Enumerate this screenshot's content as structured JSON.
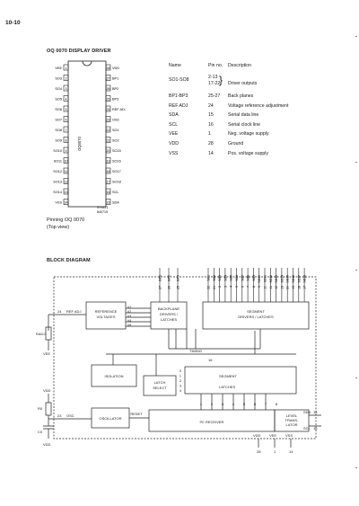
{
  "page_number": "10-10",
  "title": "OQ 0070 DISPLAY DRIVER",
  "chip": {
    "name": "OQ0070",
    "left_pins": [
      "VEE",
      "SO3",
      "SO4",
      "SO5",
      "SO6",
      "SO7",
      "SO8",
      "SO9",
      "SO10",
      "SO11",
      "SO12",
      "SO13",
      "SO14",
      "VSS"
    ],
    "left_nums": [
      "1",
      "2",
      "3",
      "4",
      "5",
      "6",
      "7",
      "8",
      "9",
      "10",
      "11",
      "12",
      "13",
      "14"
    ],
    "right_pins": [
      "VDD",
      "BP1",
      "BP2",
      "BP3",
      "REF ADJ",
      "OSC",
      "SO1",
      "SO2",
      "SO15",
      "SO16",
      "SO17",
      "SO18",
      "SCL",
      "SDA"
    ],
    "right_nums": [
      "28",
      "27",
      "26",
      "25",
      "24",
      "23",
      "22",
      "21",
      "20",
      "19",
      "18",
      "17",
      "16",
      "15"
    ],
    "code1": "ST4471",
    "code2": "840719"
  },
  "caption": {
    "line1": "Pinning OQ 0070",
    "line2": "(Top view)"
  },
  "pin_table": {
    "headers": [
      "Name",
      "Pin no.",
      "Description"
    ],
    "so_name": "SO1-SO8",
    "so_pins_1": "2-13",
    "so_pins_2": "17-22",
    "so_desc": "Driver outputs",
    "rows": [
      {
        "name": "BP1-BP3",
        "pin": "25-27",
        "desc": "Back planes"
      },
      {
        "name": "REF ADJ",
        "pin": "24",
        "desc": "Voltage reference adjustment"
      },
      {
        "name": "SDA",
        "pin": "15",
        "desc": "Serial data line"
      },
      {
        "name": "SCL",
        "pin": "16",
        "desc": "Serial clock line"
      },
      {
        "name": "VEE",
        "pin": "1",
        "desc": "Neg. voltage supply"
      },
      {
        "name": "VDD",
        "pin": "28",
        "desc": "Ground"
      },
      {
        "name": "VSS",
        "pin": "14",
        "desc": "Pos. voltage supply"
      }
    ]
  },
  "block_diagram": {
    "heading": "BLOCK DIAGRAM",
    "bp_labels": [
      "BP1",
      "BP2",
      "BP3"
    ],
    "bp_nums": [
      "27",
      "26",
      "25"
    ],
    "seg_labels": [
      "SO1",
      "SO2",
      "SO3",
      "SO4",
      "SO5",
      "SO6",
      "SO7",
      "SO8",
      "SO9",
      "SO10",
      "SO11",
      "SO12",
      "SO13",
      "SO14",
      "SO15",
      "SO16",
      "SO17",
      "SO18"
    ],
    "seg_nums": [
      "22",
      "21",
      "2",
      "3",
      "4",
      "5",
      "6",
      "7",
      "8",
      "9",
      "10",
      "11",
      "12",
      "13",
      "20",
      "19",
      "18",
      "17"
    ],
    "ref_line1": "REFERENCE",
    "ref_line2": "VOLTAGES",
    "v_labels": [
      "V1",
      "V2",
      "V3",
      "V4",
      "V5"
    ],
    "backplane_line1": "BACKPLANE",
    "backplane_line2": "DRIVERS /",
    "backplane_line3": "LATCHES",
    "segment_line1": "SEGMENT",
    "segment_line2": "DRIVERS / LATCHES",
    "pin24": "24",
    "ref_adj": "REF ADJ",
    "radj": "RADJ",
    "vee": "VEE",
    "timing": "TIMING",
    "isolation": "ISOLATION",
    "latch_line1": "LATCH",
    "latch_line2": "SELECT",
    "segment_label": "SEGMENT",
    "latches_label": "LATCHES",
    "bus_nums": [
      "1",
      "2",
      "3",
      "4",
      "5",
      "6",
      "7",
      "8"
    ],
    "side_nums": [
      "0",
      "1",
      "2",
      "3",
      "4"
    ],
    "vdd_left": "VDD",
    "r0": "R0",
    "c0": "C0",
    "vdd_bottom": "VDD",
    "pin23": "23",
    "osc": "OSC",
    "oscillator": "OSCILLATOR",
    "reset": "RESET",
    "i2c": "I²C RECEIVER",
    "level_line1": "LEVEL",
    "level_line2": "TRANS-",
    "level_line3": "LATOR",
    "sda": "SDA",
    "sda_num": "15",
    "scl": "SCL",
    "scl_num": "16",
    "vdd": "VDD",
    "vdd_num": "28",
    "vee_b": "VEE",
    "vee_num": "1",
    "vss": "VSS",
    "vss_num": "14",
    "bus_num": "16"
  }
}
